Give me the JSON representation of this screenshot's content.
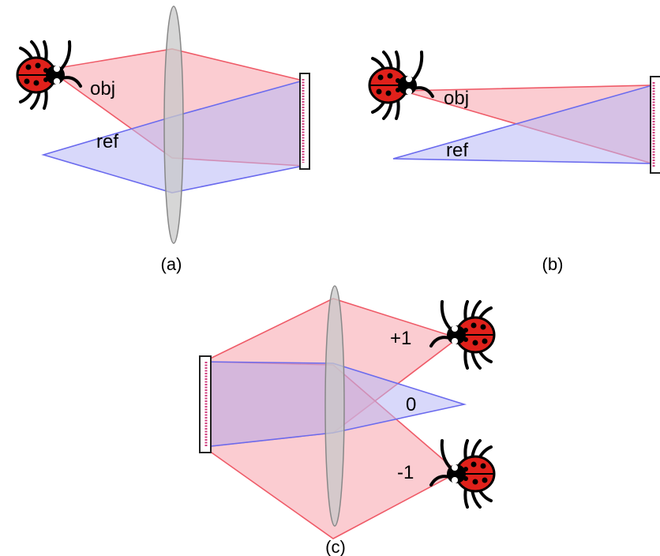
{
  "panels": {
    "a": {
      "caption": "(a)",
      "obj_label": "obj",
      "ref_label": "ref"
    },
    "b": {
      "caption": "(b)",
      "obj_label": "obj",
      "ref_label": "ref"
    },
    "c": {
      "caption": "(c)",
      "order_plus": "+1",
      "order_zero": "0",
      "order_minus": "-1"
    }
  },
  "colors": {
    "object_beam": "#f7a3ab",
    "reference_beam": "#b8b8f5",
    "lens": "#c8c8c8",
    "ladybug_body": "#e0211b"
  }
}
